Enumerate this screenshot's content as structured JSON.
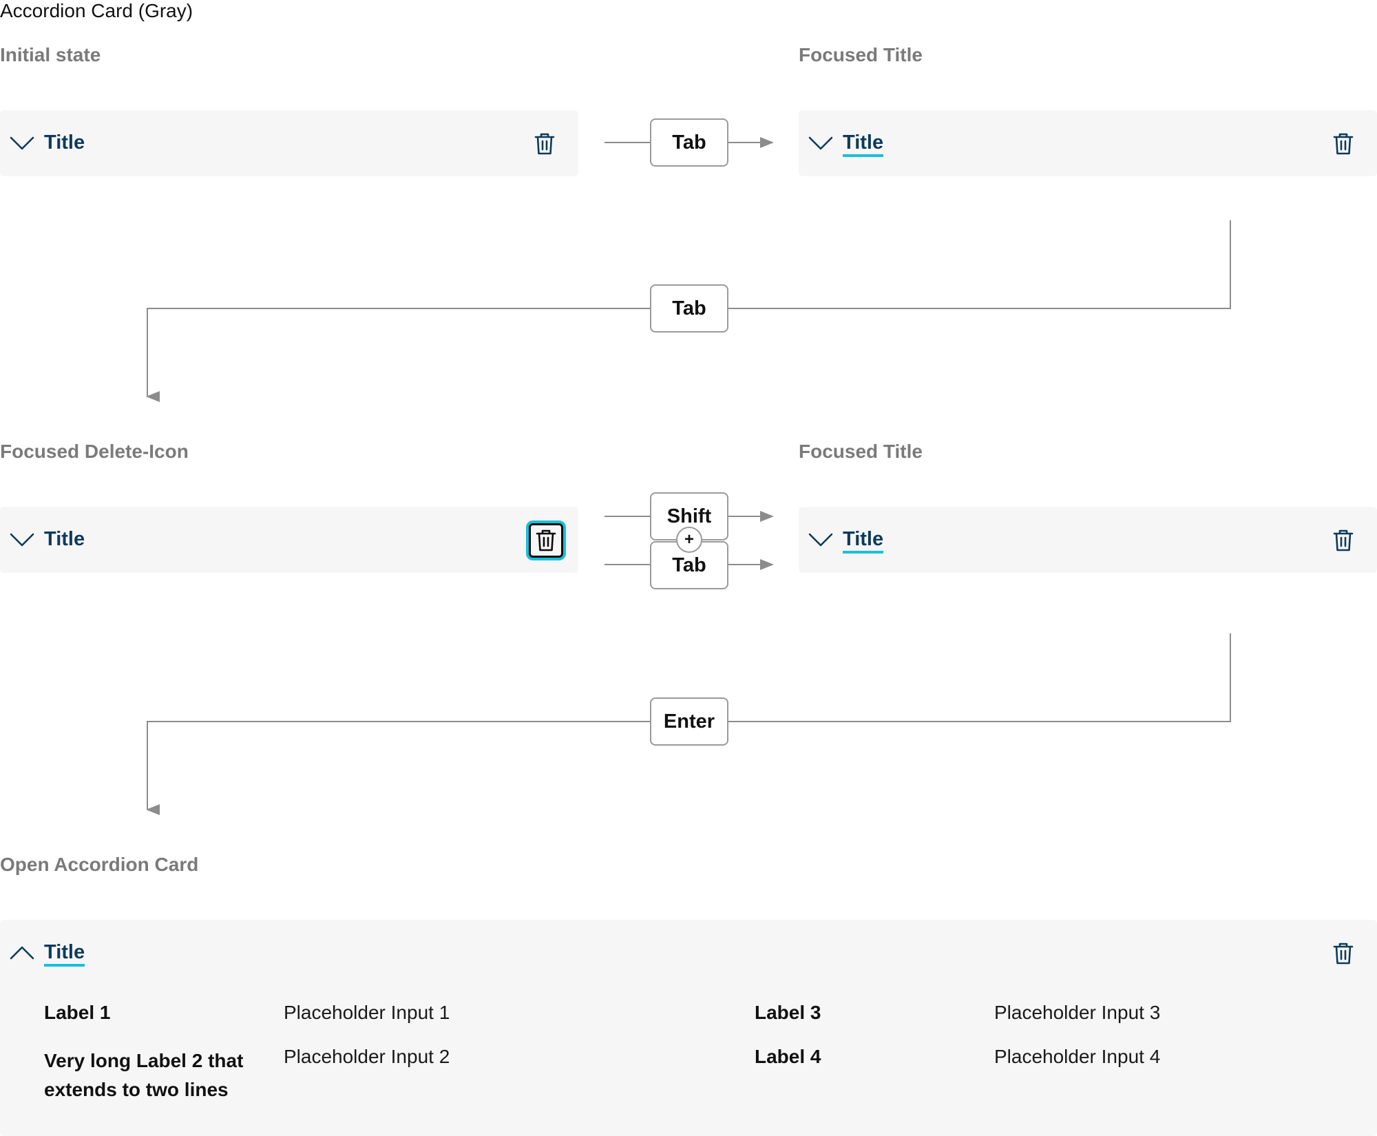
{
  "page_title": "Accordion Card (Gray)",
  "sections": {
    "initial": "Initial state",
    "focused_title_1": "Focused Title",
    "focused_delete": "Focused Delete-Icon",
    "focused_title_2": "Focused Title",
    "open_card": "Open Accordion Card"
  },
  "cards": {
    "initial": {
      "title": "Title"
    },
    "focused_title_1": {
      "title": "Title"
    },
    "focused_delete": {
      "title": "Title"
    },
    "focused_title_2": {
      "title": "Title"
    },
    "open": {
      "title": "Title"
    }
  },
  "keys": {
    "tab_1": "Tab",
    "tab_2": "Tab",
    "shift": "Shift",
    "plus": "+",
    "tab_3": "Tab",
    "enter": "Enter"
  },
  "form": {
    "left": [
      {
        "label": "Label 1",
        "placeholder": "Placeholder Input 1"
      },
      {
        "label_line1": "Very long Label 2 that",
        "label_line2": "extends to two lines",
        "placeholder": "Placeholder Input 2"
      }
    ],
    "right": [
      {
        "label": "Label 3",
        "placeholder": "Placeholder Input 3"
      },
      {
        "label": "Label 4",
        "placeholder": "Placeholder Input 4"
      }
    ]
  },
  "colors": {
    "card_background": "#f6f6f6",
    "title_text": "#0d3a5c",
    "focus_ring": "#18c0dc",
    "connector": "#8c8c8c",
    "section_label": "#7a7a7a"
  },
  "icons": {
    "collapse": "chevron-down-icon",
    "expand": "chevron-up-icon",
    "delete": "trash-icon",
    "arrow": "arrow-right-icon"
  }
}
